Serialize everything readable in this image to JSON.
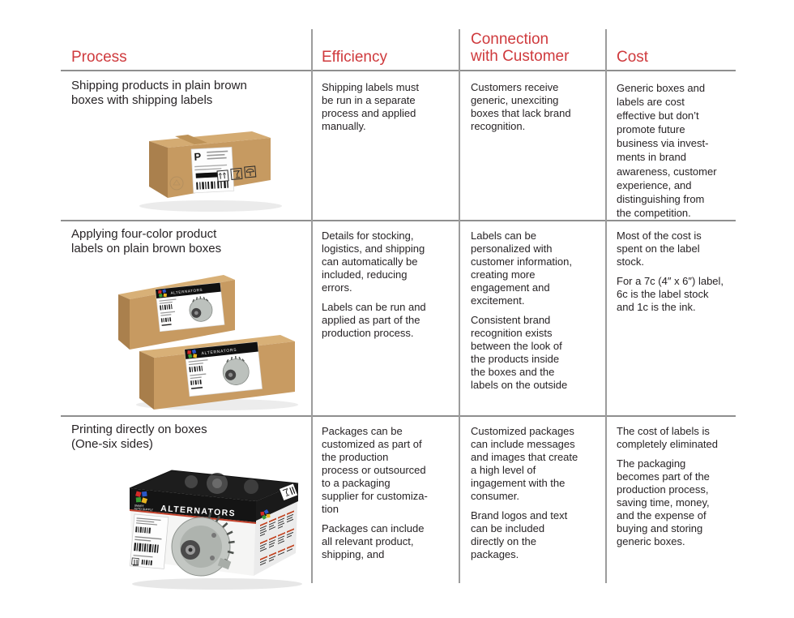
{
  "palette": {
    "header_red": "#cf3a3d",
    "body_text": "#272325",
    "rule_gray": "#8f8f8f",
    "box_tan": "#c79a61",
    "box_tan_light": "#d7af76",
    "box_tan_dark": "#a87e4b",
    "logo_red": "#d42a28",
    "logo_blue": "#2a57c8",
    "logo_green": "#3a9c35",
    "logo_yellow": "#e8b420"
  },
  "table": {
    "headers": [
      {
        "label": "Process"
      },
      {
        "label": "Efficiency"
      },
      {
        "label": "Connection\nwith Customer"
      },
      {
        "label": "Cost"
      }
    ],
    "rows": [
      {
        "process_title": "Shipping products in plain brown\nboxes with shipping labels",
        "image": {
          "name": "plain-brown-box-with-shipping-label",
          "label_letter": "P"
        },
        "efficiency": [
          "Shipping labels must\nbe run in a separate\nprocess and applied\nmanually."
        ],
        "connection": [
          "Customers receive\ngeneric, unexciting\nboxes that lack brand\nrecognition."
        ],
        "cost": [
          "Generic boxes and\nlabels are cost\neffective but don’t\npromote future\nbusiness via invest-\nments in brand\nawareness, customer\nexperience, and\ndistinguishing from\nthe competition."
        ]
      },
      {
        "process_title": "Applying four-color product\nlabels on plain brown boxes",
        "image": {
          "name": "stacked-boxes-with-product-labels",
          "brand": "ALTERNATORS"
        },
        "efficiency": [
          "Details for stocking,\nlogistics, and shipping\ncan automatically be\nincluded, reducing\nerrors.",
          "Labels can be run and\napplied as part of the\nproduction process."
        ],
        "connection": [
          "Labels can be\npersonalized with\ncustomer information,\ncreating more\nengagement and\nexcitement.",
          "Consistent brand\nrecognition exists\nbetween the look of\nthe products inside\nthe boxes and the\nlabels on the outside"
        ],
        "cost": [
          "Most of the cost is\nspent on the label\nstock.",
          "For a 7c (4″ x 6″) label,\n6c is the label stock\nand 1c is the ink."
        ]
      },
      {
        "process_title": "Printing directly on boxes\n(One-six sides)",
        "image": {
          "name": "fully-printed-box",
          "brand": "ALTERNATORS",
          "brand_sub_line1": "SMART",
          "brand_sub_line2": "AUTO SUPPLY"
        },
        "efficiency": [
          "Packages can be\ncustomized as part of\nthe production\nprocess or outsourced\nto a packaging\nsupplier for customiza-\ntion",
          "Packages can include\nall relevant product,\nshipping, and"
        ],
        "connection": [
          "Customized packages\ncan include messages\nand images that create\na high level of\ningagement with the\nconsumer.",
          "Brand logos and text\ncan be included\ndirectly on the\npackages."
        ],
        "cost": [
          "The cost of labels is\ncompletely eliminated",
          "The packaging\nbecomes part of the\nproduction process,\nsaving time, money,\nand the expense of\nbuying and storing\ngeneric boxes."
        ]
      }
    ]
  }
}
